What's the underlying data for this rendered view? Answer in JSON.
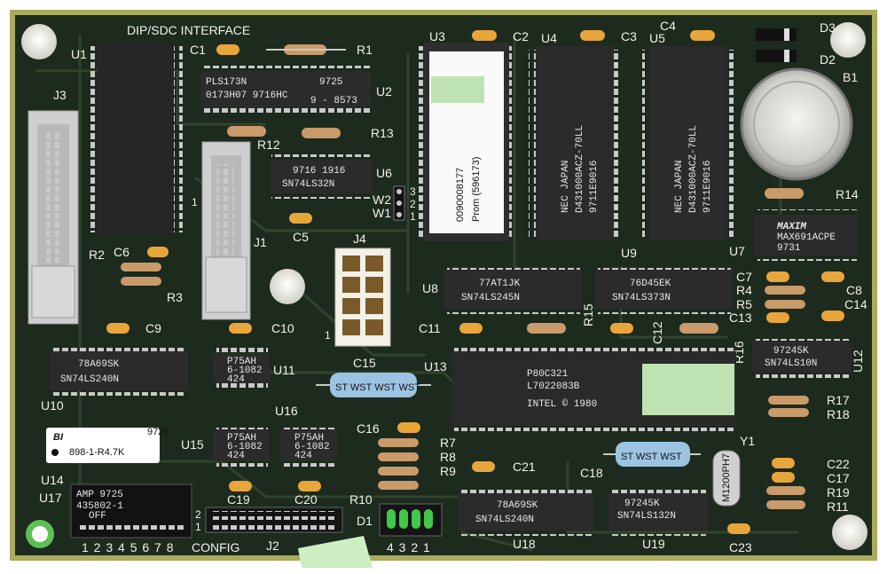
{
  "board": {
    "title": "DIP/SDC INTERFACE",
    "config_label": "CONFIG",
    "colors": {
      "pcb": "#1d2a1e",
      "trace": "#2c3d2a",
      "silkscreen": "#f2f2ea",
      "chip": "#2b2b2b",
      "pin": "#c9c9c9",
      "cap": "#e8a63a",
      "resistor": "#c99a6a",
      "connector": "#cfcfcf",
      "label_bg": "#ffffff"
    }
  },
  "chips": {
    "u2_line1": "PLS173N",
    "u2_line2": "9725",
    "u2_line3": "0173H07 9716HC",
    "u2_line4": "9 - 8573",
    "u3_label_line1": "0090008177",
    "u3_label_line2": "Prom (596173)",
    "u4_line1": "NEC JAPAN",
    "u4_line2": "D431000ACZ-70LL",
    "u4_line3": "9711E9016",
    "u5_line1": "NEC JAPAN",
    "u5_line2": "D431000ACZ-70LL",
    "u5_line3": "9711E9016",
    "u6_line1": "9716 1916",
    "u6_line2": "SN74LS32N",
    "u7_line1": "MAXIM",
    "u7_line2": "MAX691ACPE",
    "u7_line3": "9731",
    "u8_line1": "77AT1JK",
    "u8_line2": "SN74LS245N",
    "u9_line1": "76D45EK",
    "u9_line2": "SN74LS373N",
    "u10_line1": "78A69SK",
    "u10_line2": "SN74LS240N",
    "u12_line1": "97245K",
    "u12_line2": "SN74LS10N",
    "u13_line1": "P80C321",
    "u13_line2": "L7022083B",
    "u13_line3": "INTEL © 1980",
    "u14_brand": "BI",
    "u14_line1": "898-1-R4.7K",
    "u14_line2": "9726",
    "u11_line1": "P75AH",
    "u11_line2": "6-1082",
    "u11_line3": "424",
    "u15_line1": "P75AH",
    "u15_line2": "6-1082",
    "u15_line3": "424",
    "u16_line1": "P75AH",
    "u16_line2": "6-1082",
    "u16_line3": "424",
    "u17_line1": "AMP 9725",
    "u17_line2": "435802-1",
    "u17_line3": "OFF",
    "u18_line1": "78A69SK",
    "u18_line2": "SN74LS240N",
    "u19_line1": "97245K",
    "u19_line2": "SN74LS132N",
    "y1_label": "M1200PH7",
    "c15_text": "ST WST WST WST",
    "c18_text": "ST WST WST"
  },
  "labels": {
    "U1": "U1",
    "U2": "U2",
    "U3": "U3",
    "U4": "U4",
    "U5": "U5",
    "U6": "U6",
    "U7": "U7",
    "U8": "U8",
    "U9": "U9",
    "U10": "U10",
    "U11": "U11",
    "U12": "U12",
    "U13": "U13",
    "U14": "U14",
    "U15": "U15",
    "U16": "U16",
    "U17": "U17",
    "U18": "U18",
    "U19": "U19",
    "J1": "J1",
    "J2": "J2",
    "J3": "J3",
    "J4": "J4",
    "B1": "B1",
    "D1": "D1",
    "D2": "D2",
    "D3": "D3",
    "Y1": "Y1",
    "W1": "W1",
    "W2": "W2",
    "C1": "C1",
    "C2": "C2",
    "C3": "C3",
    "C4": "C4",
    "C5": "C5",
    "C6": "C6",
    "C7": "C7",
    "C8": "C8",
    "C9": "C9",
    "C10": "C10",
    "C11": "C11",
    "C12": "C12",
    "C13": "C13",
    "C14": "C14",
    "C15": "C15",
    "C16": "C16",
    "C17": "C17",
    "C18": "C18",
    "C19": "C19",
    "C20": "C20",
    "C21": "C21",
    "C22": "C22",
    "C23": "C23",
    "R1": "R1",
    "R2": "R2",
    "R3": "R3",
    "R4": "R4",
    "R5": "R5",
    "R7": "R7",
    "R8": "R8",
    "R9": "R9",
    "R10": "R10",
    "R11": "R11",
    "R12": "R12",
    "R13": "R13",
    "R14": "R14",
    "R15": "R15",
    "R16": "R16",
    "R17": "R17",
    "R18": "R18",
    "R19": "R19",
    "w_pin1": "1",
    "w_pin2": "2",
    "w_pin3": "3",
    "j1_pin1": "1",
    "j4_pin1": "1",
    "j2_pin1": "1",
    "j2_pin2": "2",
    "d1_numbers": "4 3 2 1",
    "dip_numbers": "1 2 3 4 5 6 7 8"
  }
}
